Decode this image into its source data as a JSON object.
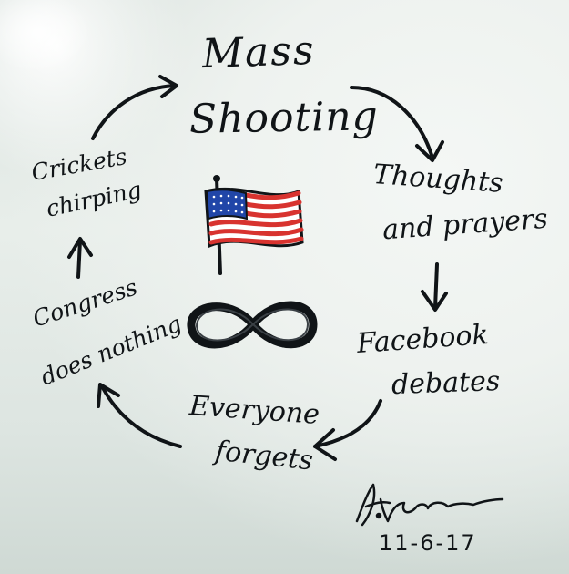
{
  "cycle": {
    "mass_shooting": {
      "line1": "Mass",
      "line2": "Shooting"
    },
    "thoughts_prayers": {
      "line1": "Thoughts",
      "line2": "and prayers"
    },
    "facebook_debates": {
      "line1": "Facebook",
      "line2": "debates"
    },
    "everyone_forgets": {
      "line1": "Everyone",
      "line2": "forgets"
    },
    "congress": {
      "line1": "Congress",
      "line2": "does nothing"
    },
    "crickets": {
      "line1": "Crickets",
      "line2": "chirping"
    }
  },
  "center": {
    "flag": {
      "icon": "us-flag-icon",
      "red": "#d8332f",
      "blue": "#2146a8",
      "white": "#ffffff"
    },
    "loop": {
      "icon": "infinity-icon"
    }
  },
  "signature": {
    "date": "11-6-17"
  },
  "colors": {
    "ink": "#101417",
    "board": "#e6ece8"
  }
}
